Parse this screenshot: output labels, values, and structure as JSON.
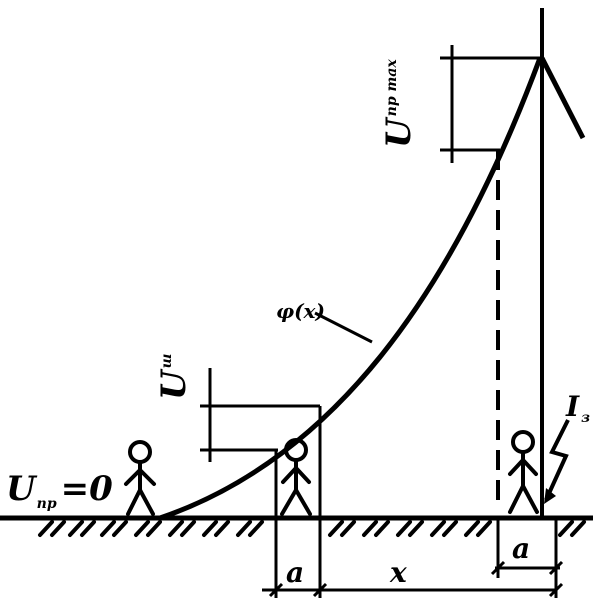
{
  "labels": {
    "u_zero_main": "U",
    "u_zero_sub": "пр",
    "u_zero_eq": "=0",
    "u_step_main": "U",
    "u_step_sub": "ш",
    "u_max_main": "U",
    "u_max_sub": "пр max",
    "curve_label": "φ(x)",
    "current_main": "I",
    "current_sub": "з",
    "dim_a_left": "a",
    "dim_x": "x",
    "dim_a_right": "a"
  },
  "colors": {
    "ink": "#000000",
    "background": "#ffffff"
  },
  "icons": {
    "lightning": "lightning-bolt-icon",
    "person": "stick-figure-icon"
  }
}
